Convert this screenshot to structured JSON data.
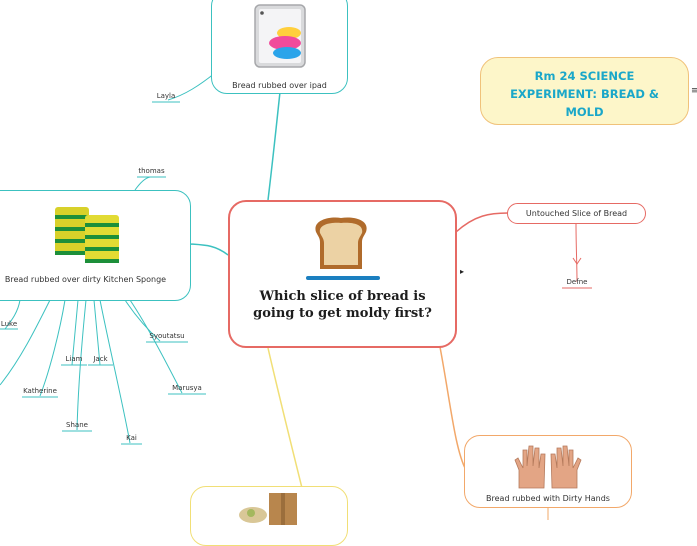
{
  "central": {
    "title": "Which slice of bread is going to get moldy first?"
  },
  "title_card": {
    "text": "Rm 24 SCIENCE EXPERIMENT:  BREAD & MOLD",
    "menu_glyph": "≡"
  },
  "branches": {
    "ipad": {
      "label": "Bread rubbed over ipad",
      "leaves": [
        "Layla"
      ]
    },
    "sponge": {
      "label": "Bread rubbed over dirty Kitchen Sponge",
      "leaves": [
        "thomas",
        "Luke",
        "Katherine",
        "Liam",
        "Jack",
        "Shane",
        "Kai",
        "Syoutatsu",
        "Marusya"
      ]
    },
    "untouched": {
      "label": "Untouched Slice of Bread",
      "leaves": [
        "Defne"
      ]
    },
    "hands": {
      "label": "Bread rubbed with Dirty Hands"
    }
  },
  "collapse_arrow": "▸",
  "colors": {
    "teal": "#3cc1c0",
    "red": "#e66a64",
    "orange": "#f2a86a",
    "yellow": "#f1df76",
    "title_text": "#1aa7c9",
    "title_bg": "#fdf6c9"
  }
}
